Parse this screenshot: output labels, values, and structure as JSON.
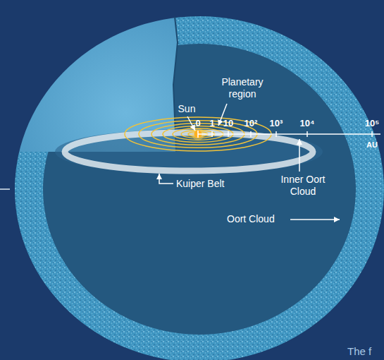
{
  "diagram": {
    "labels": [
      "Planetary region",
      "Sun",
      "0",
      "1",
      "10",
      "10²",
      "10³",
      "10⁴",
      "10⁵",
      "AU",
      "Kuiper Belt",
      "Inner Oort Cloud",
      "Oort Cloud",
      "The f"
    ]
  }
}
